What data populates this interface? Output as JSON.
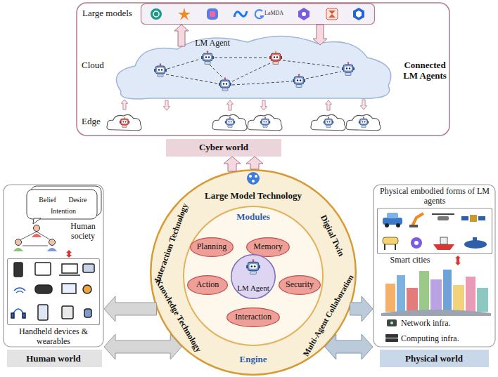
{
  "diagram": {
    "nodes": [
      {
        "text": [
          "Cyber world"
        ]
      },
      {
        "text": [
          "Large models"
        ],
        "in": 0
      },
      {
        "text": [
          "Cloud"
        ],
        "in": 0
      },
      {
        "text": [
          "Human world"
        ]
      },
      {
        "text": [
          "Belief"
        ],
        "in": 3
      },
      {
        "text": [
          "Desire"
        ],
        "in": 3
      },
      {
        "text": [
          "Intention"
        ],
        "in": 3
      },
      {
        "text": [
          "Handheld devices & wearables"
        ],
        "in": 3
      },
      {
        "text": [
          "Physical world"
        ]
      },
      {
        "text": [
          "Physical embodied forms of LM agents"
        ],
        "in": 8
      },
      {
        "text": [
          "Large Model Technology",
          "Interaction Technology",
          "Digital Twin",
          "Knowledge Technology",
          "Multi-Agent Collaboration",
          "Engine"
        ]
      },
      {
        "text": [
          "Modules"
        ],
        "in": 10
      },
      {
        "text": [
          "Planning"
        ],
        "in": 11
      },
      {
        "text": [
          "Memory"
        ],
        "in": 11
      },
      {
        "text": [
          "Action"
        ],
        "in": 11
      },
      {
        "text": [
          "Security"
        ],
        "in": 11
      },
      {
        "text": [
          "Interaction"
        ],
        "in": 11
      },
      {
        "text": [
          "LM Agent"
        ],
        "in": 11
      }
    ],
    "edges": [
      {
        "from": 2,
        "to": 1,
        "arrow": "to"
      },
      {
        "from": 1,
        "to": 2,
        "arrow": "to"
      },
      {
        "from": 10,
        "to": 0,
        "arrow": "to"
      },
      {
        "from": 10,
        "to": 0,
        "arrow": "to"
      },
      {
        "from": 10,
        "to": 3,
        "arrow": "to"
      },
      {
        "from": 10,
        "to": 3,
        "arrow": "both"
      },
      {
        "from": 10,
        "to": 8,
        "arrow": "to"
      },
      {
        "from": 10,
        "to": 8,
        "arrow": "both"
      }
    ],
    "labels": [
      "LaMDA",
      "LM Agent",
      "Connected LM Agents",
      "Edge",
      "Human society",
      "Smart cities",
      "Network infra.",
      "Computing infra."
    ]
  }
}
